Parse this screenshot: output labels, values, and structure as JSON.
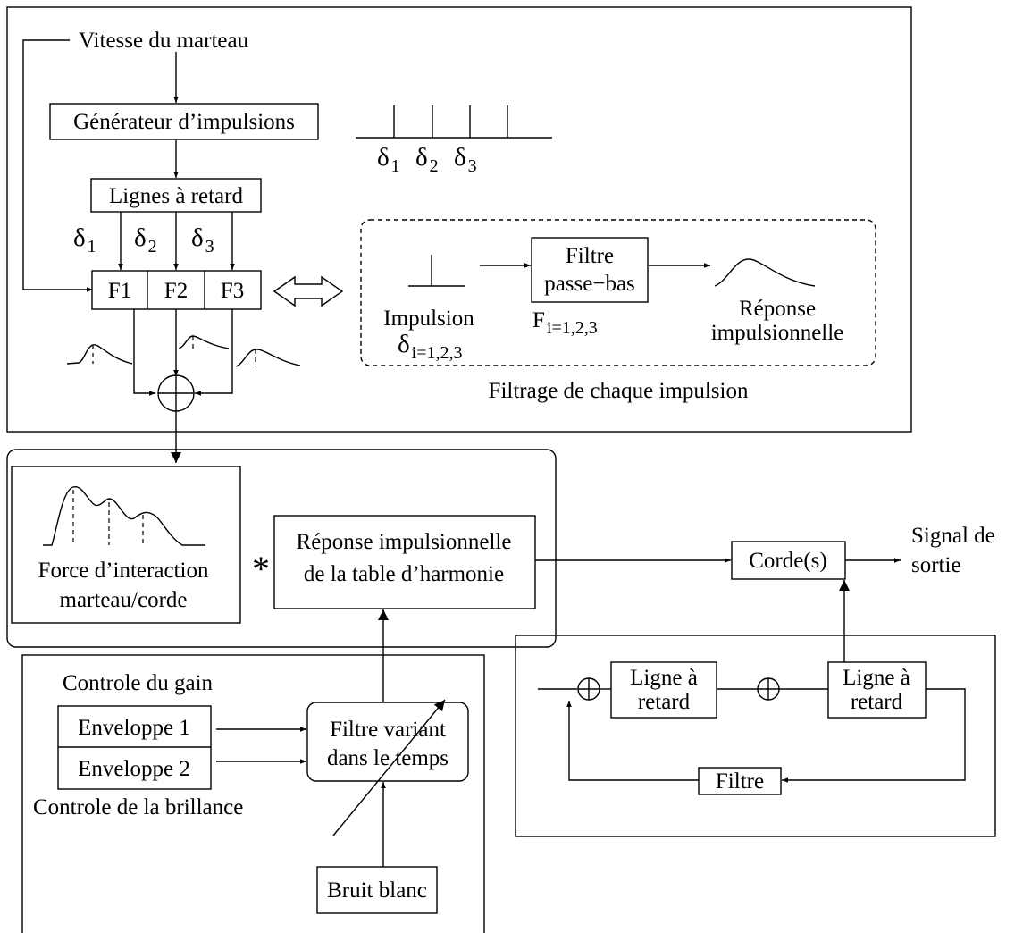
{
  "hammer_section": {
    "velocity_label": "Vitesse du marteau",
    "pulse_generator": "Générateur d’impulsions",
    "delay_lines": "Lignes à retard",
    "filters": [
      "F1",
      "F2",
      "F3"
    ],
    "delay_symbol": "δ",
    "delay_indices": [
      "1",
      "2",
      "3"
    ]
  },
  "per_pulse_filtering": {
    "impulse_label": "Impulsion",
    "impulse_symbol": "δ",
    "impulse_index": "i=1,2,3",
    "lowpass_line1": "Filtre",
    "lowpass_line2": "passe−bas",
    "filter_symbol": "F",
    "filter_index": "i=1,2,3",
    "response_line1": "Réponse",
    "response_line2": "impulsionnelle",
    "caption": "Filtrage de chaque impulsion"
  },
  "convolution": {
    "force_line1": "Force d’interaction",
    "force_line2": "marteau/corde",
    "operator": "*",
    "soundboard_line1": "Réponse impulsionnelle",
    "soundboard_line2": "de la table d’harmonie"
  },
  "output": {
    "strings": "Corde(s)",
    "signal_line1": "Signal de",
    "signal_line2": "sortie"
  },
  "noise_section": {
    "gain_control": "Controle du gain",
    "envelope1": "Enveloppe 1",
    "envelope2": "Enveloppe 2",
    "brightness_control": "Controle de la brillance",
    "tv_filter_line1": "Filtre variant",
    "tv_filter_line2": "dans le temps",
    "white_noise": "Bruit blanc"
  },
  "string_model": {
    "delay1_line1": "Ligne à",
    "delay1_line2": "retard",
    "delay2_line1": "Ligne à",
    "delay2_line2": "retard",
    "loop_filter": "Filtre"
  }
}
